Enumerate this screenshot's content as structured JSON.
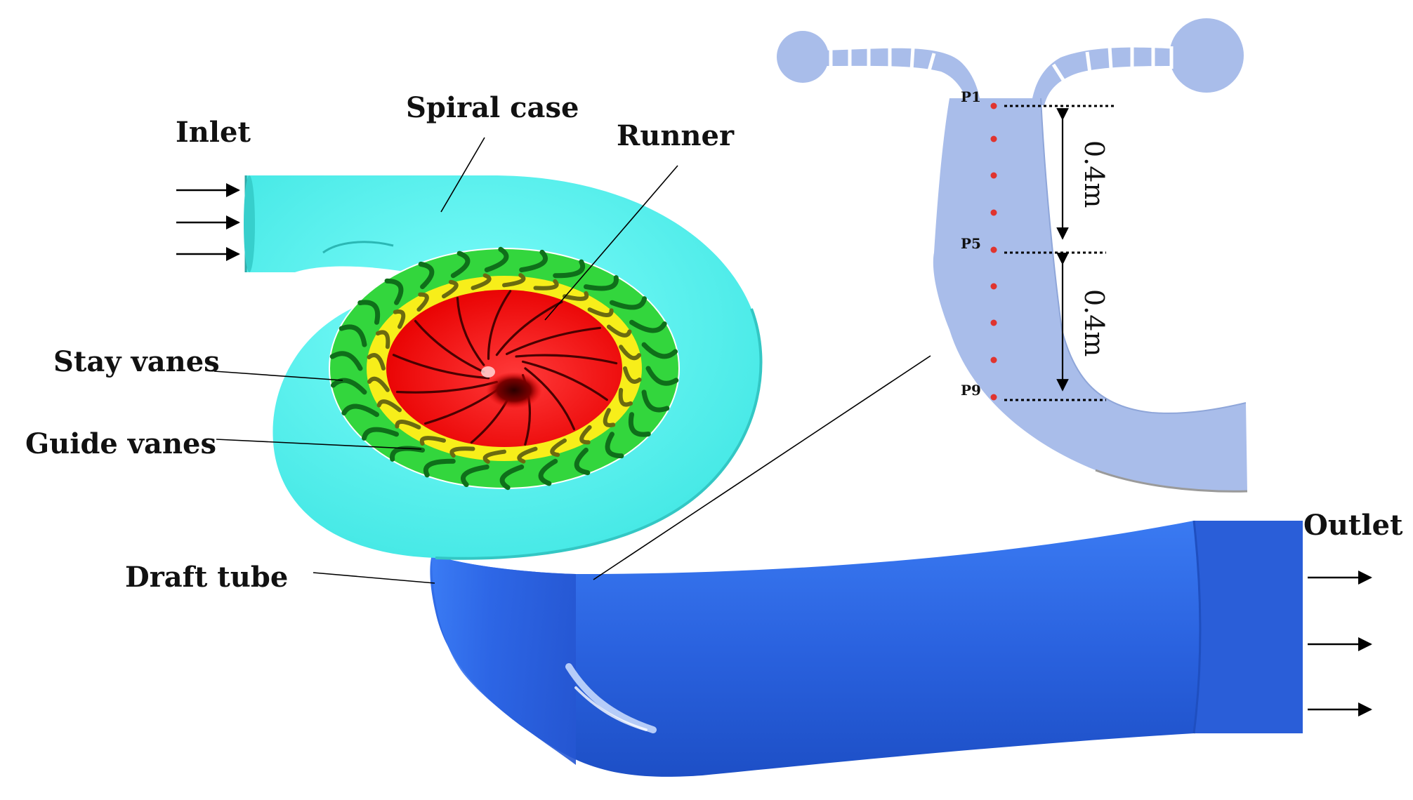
{
  "labels": {
    "inlet": "Inlet",
    "spiral_case": "Spiral case",
    "runner": "Runner",
    "stay_vanes": "Stay vanes",
    "guide_vanes": "Guide vanes",
    "draft_tube": "Draft tube",
    "outlet": "Outlet"
  },
  "inset": {
    "points": {
      "p1": "P1",
      "p5": "P5",
      "p9": "P9"
    },
    "dimension_1": "0.4m",
    "dimension_2": "0.4m"
  },
  "colors": {
    "spiral_case": "#5cfbf8",
    "stay_vanes_ring": "#33d63d",
    "guide_vanes_ring": "#f7ee1a",
    "runner": "#f20000",
    "draft_tube": "#2f6de8",
    "inset_body": "#a9bdea",
    "probe_points": "#e0342f"
  }
}
